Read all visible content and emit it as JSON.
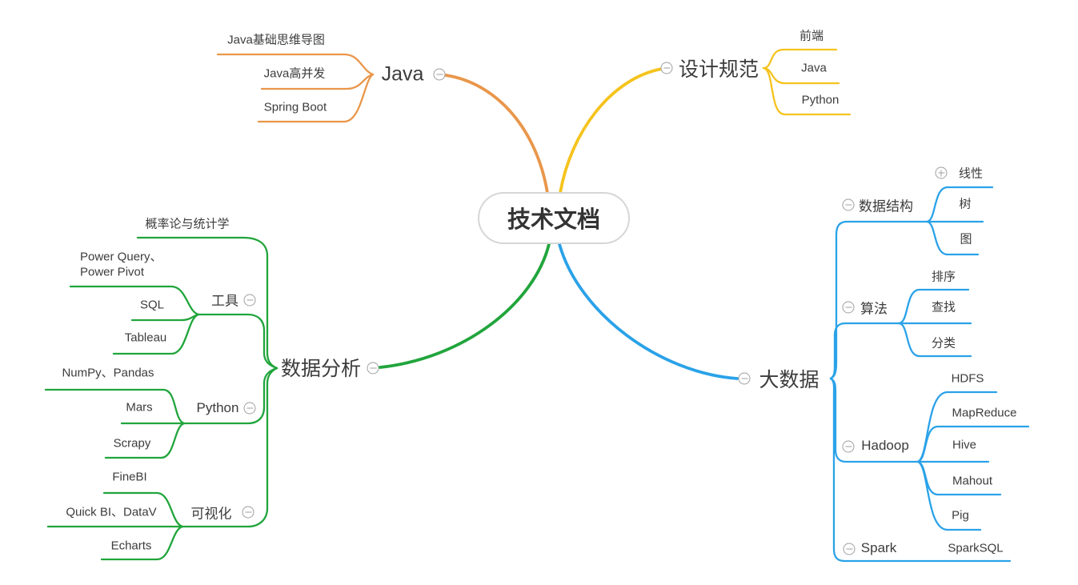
{
  "root": {
    "label": "技术文档"
  },
  "colors": {
    "java_branch": "#E9964A",
    "design_branch": "#F5C31D",
    "data_analysis_branch": "#21A53C",
    "big_data_branch": "#2AA2E8",
    "collapse_icon": "#9F9F9F",
    "root_border": "#D6D6D6",
    "text": "#3C3C3C"
  },
  "icons": {
    "collapse": "minus-circle-icon",
    "expand": "plus-circle-icon"
  },
  "branches": [
    {
      "label": "Java",
      "state": "expanded",
      "children": [
        {
          "label": "Java基础思维导图"
        },
        {
          "label": "Java高并发"
        },
        {
          "label": "Spring Boot"
        }
      ]
    },
    {
      "label": "设计规范",
      "state": "expanded",
      "children": [
        {
          "label": "前端"
        },
        {
          "label": "Java"
        },
        {
          "label": "Python"
        }
      ]
    },
    {
      "label": "数据分析",
      "state": "expanded",
      "children": [
        {
          "label": "概率论与统计学"
        },
        {
          "label": "工具",
          "state": "expanded",
          "children": [
            {
              "label": "Power Query、Power Pivot"
            },
            {
              "label": "SQL"
            },
            {
              "label": "Tableau"
            }
          ]
        },
        {
          "label": "Python",
          "state": "expanded",
          "children": [
            {
              "label": "NumPy、Pandas"
            },
            {
              "label": "Mars"
            },
            {
              "label": "Scrapy"
            }
          ]
        },
        {
          "label": "可视化",
          "state": "expanded",
          "children": [
            {
              "label": "FineBI"
            },
            {
              "label": "Quick BI、DataV"
            },
            {
              "label": "Echarts"
            }
          ]
        }
      ]
    },
    {
      "label": "大数据",
      "state": "expanded",
      "children": [
        {
          "label": "数据结构",
          "state": "expanded",
          "children": [
            {
              "label": "线性",
              "state": "collapsed"
            },
            {
              "label": "树"
            },
            {
              "label": "图"
            }
          ]
        },
        {
          "label": "算法",
          "state": "expanded",
          "children": [
            {
              "label": "排序"
            },
            {
              "label": "查找"
            },
            {
              "label": "分类"
            }
          ]
        },
        {
          "label": "Hadoop",
          "state": "expanded",
          "children": [
            {
              "label": "HDFS"
            },
            {
              "label": "MapReduce"
            },
            {
              "label": "Hive"
            },
            {
              "label": "Mahout"
            },
            {
              "label": "Pig"
            }
          ]
        },
        {
          "label": "Spark",
          "state": "expanded",
          "children": [
            {
              "label": "SparkSQL"
            }
          ]
        }
      ]
    }
  ]
}
